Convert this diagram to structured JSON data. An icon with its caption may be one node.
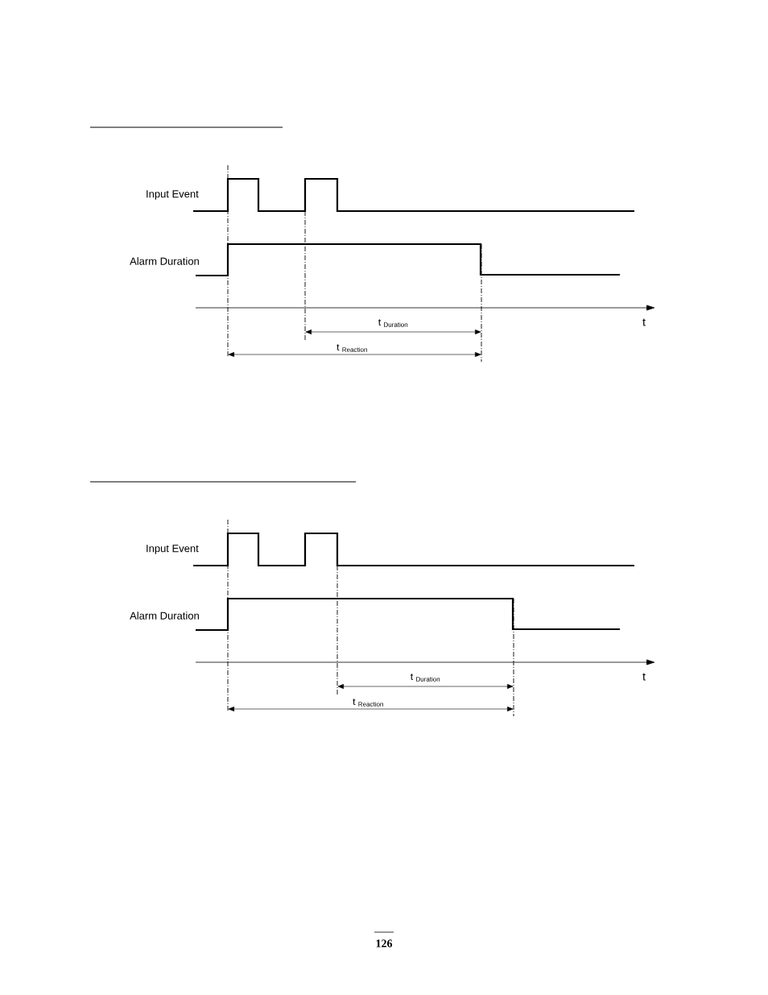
{
  "diagram": {
    "labels": [
      "Input Event",
      "Alarm Duration",
      "t",
      "t $_{Duration}$",
      "t $_{Reaction}$",
      "Input Event",
      "Alarm Duration",
      "t",
      "t $_{Duration}$",
      "t $_{Reaction}$",
      "126"
    ]
  }
}
